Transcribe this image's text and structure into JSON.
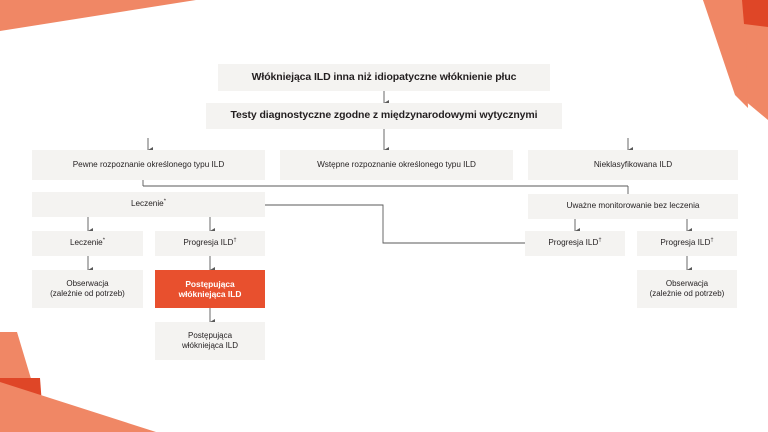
{
  "theme": {
    "box_fill": "#f4f3f1",
    "highlight_fill": "#e8502e",
    "text_color": "#231f20",
    "accent_salmon": "#f08765",
    "accent_orange": "#e8502e",
    "accent_deep": "#df4627",
    "connector_color": "#5a5a5a",
    "background": "#ffffff"
  },
  "diagram": {
    "title_box": "Włókniejąca ILD inna niż idiopatyczne włóknienie płuc",
    "subtitle_box": "Testy diagnostyczne zgodne z międzynarodowymi wytycznymi",
    "row3": [
      "Pewne rozpoznanie określonego typu ILD",
      "Wstępne rozpoznanie określonego typu ILD",
      "Nieklasyfikowana ILD"
    ],
    "left_branch": {
      "header": "Leczenie",
      "header_marker": "*",
      "col_a": {
        "step1": "Leczenie",
        "step1_marker": "*",
        "step2_line1": "Obserwacja",
        "step2_line2": "(zależnie od potrzeb)"
      },
      "col_b": {
        "step1": "Progresja ILD",
        "step1_marker": "†",
        "step2_line1": "Postępująca",
        "step2_line2": "włókniejąca ILD",
        "step3_line1": "Postępująca",
        "step3_line2": "włókniejąca ILD"
      }
    },
    "right_branch": {
      "header": "Uważne monitorowanie bez leczenia",
      "col_a": {
        "step1": "Progresja ILD",
        "step1_marker": "†"
      },
      "col_b": {
        "step1": "Progresja ILD",
        "step1_marker": "†",
        "step2_line1": "Obserwacja",
        "step2_line2": "(zależnie od potrzeb)"
      }
    }
  }
}
